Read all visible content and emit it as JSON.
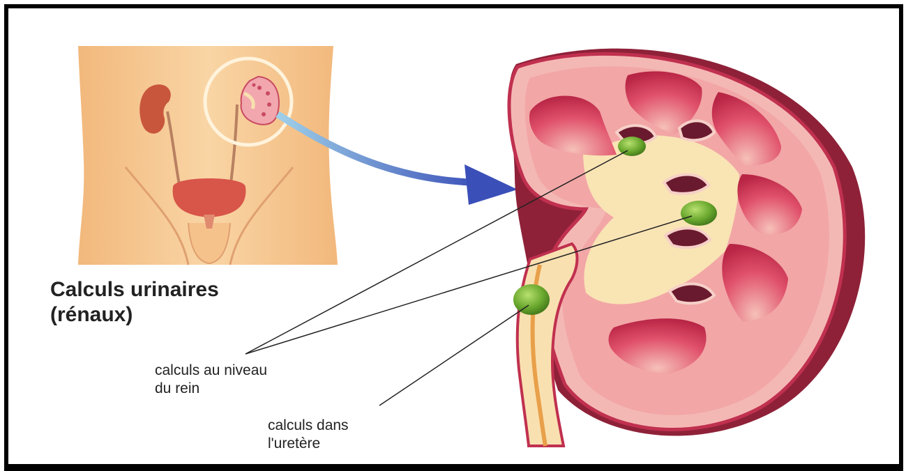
{
  "title": {
    "line1": "Calculs urinaires",
    "line2": "(rénaux)"
  },
  "labels": {
    "kidney_stones": {
      "line1": "calculs au niveau",
      "line2": "du rein"
    },
    "ureter_stones": {
      "line1": "calculs dans",
      "line2": "l'uretère"
    }
  },
  "colors": {
    "border": "#000000",
    "skin": "#f6c58f",
    "kidney_outer": "#c83a5a",
    "kidney_inner": "#f2a8a8",
    "pelvis": "#f8e2b0",
    "stone": "#6aa82e",
    "arrow": "#3a55b8"
  }
}
